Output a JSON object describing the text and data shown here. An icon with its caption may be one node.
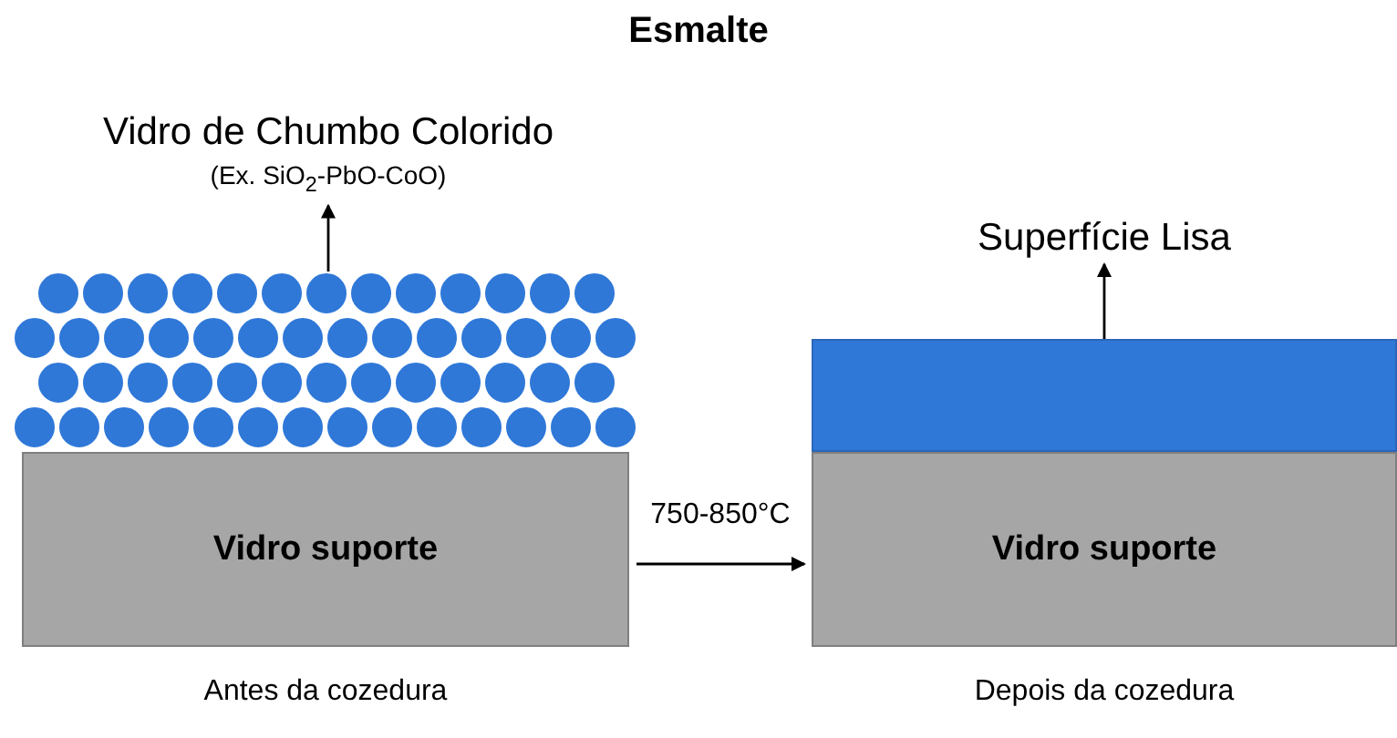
{
  "diagram": {
    "title": "Esmalte",
    "nodes": [
      {
        "text": [
          "Vidro de Chumbo Colorido",
          "(Ex. SiO$_{2}$-PbO-CoO)"
        ]
      },
      {
        "text": [],
        "shape": "picture"
      },
      {
        "text": [
          "Vidro suporte"
        ],
        "beside": [
          "Antes da cozedura"
        ]
      },
      {
        "text": [
          "Superfície Lisa"
        ]
      },
      {
        "text": [],
        "shape": "box"
      },
      {
        "text": [
          "Vidro suporte"
        ],
        "beside": [
          "Depois da cozedura"
        ]
      }
    ],
    "edges": [
      {
        "from": 1,
        "to": 0,
        "arrow": "to"
      },
      {
        "from": 4,
        "to": 3,
        "arrow": "to"
      },
      {
        "from": 2,
        "to": 5,
        "arrow": "to",
        "label": "750-850°C"
      }
    ]
  }
}
